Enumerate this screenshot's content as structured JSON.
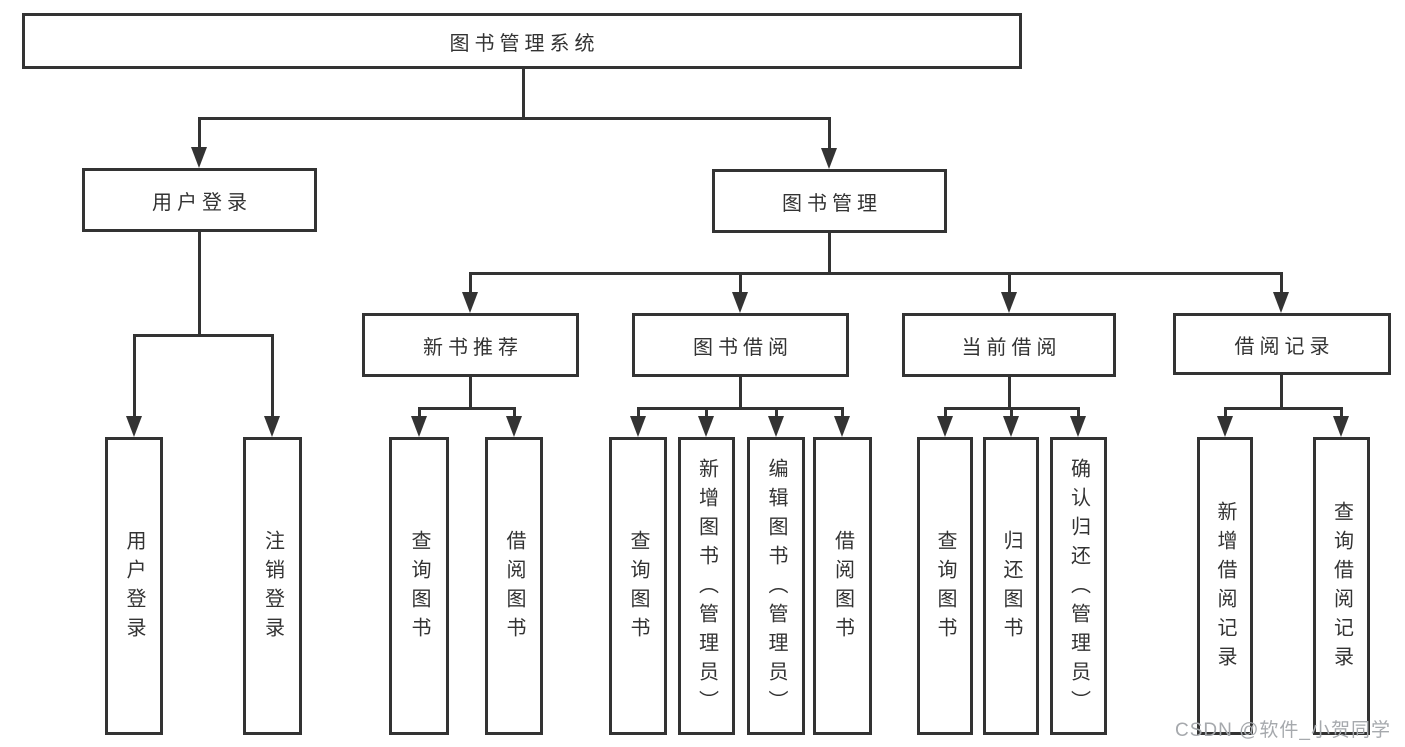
{
  "tree": {
    "root": {
      "label": "图书管理系统"
    },
    "children": [
      {
        "label": "用户登录",
        "children": [
          {
            "label": "用户登录"
          },
          {
            "label": "注销登录"
          }
        ]
      },
      {
        "label": "图书管理",
        "children": [
          {
            "label": "新书推荐",
            "children": [
              {
                "label": "查询图书"
              },
              {
                "label": "借阅图书"
              }
            ]
          },
          {
            "label": "图书借阅",
            "children": [
              {
                "label": "查询图书"
              },
              {
                "label": "新增图书（管理员）"
              },
              {
                "label": "编辑图书（管理员）"
              },
              {
                "label": "借阅图书"
              }
            ]
          },
          {
            "label": "当前借阅",
            "children": [
              {
                "label": "查询图书"
              },
              {
                "label": "归还图书"
              },
              {
                "label": "确认归还（管理员）"
              }
            ]
          },
          {
            "label": "借阅记录",
            "children": [
              {
                "label": "新增借阅记录"
              },
              {
                "label": "查询借阅记录"
              }
            ]
          }
        ]
      }
    ]
  },
  "watermark": {
    "text": "CSDN @软件_小贺同学"
  },
  "colors": {
    "line": "#333333",
    "ink": "#333333",
    "watermark": "#a6a9ad"
  }
}
